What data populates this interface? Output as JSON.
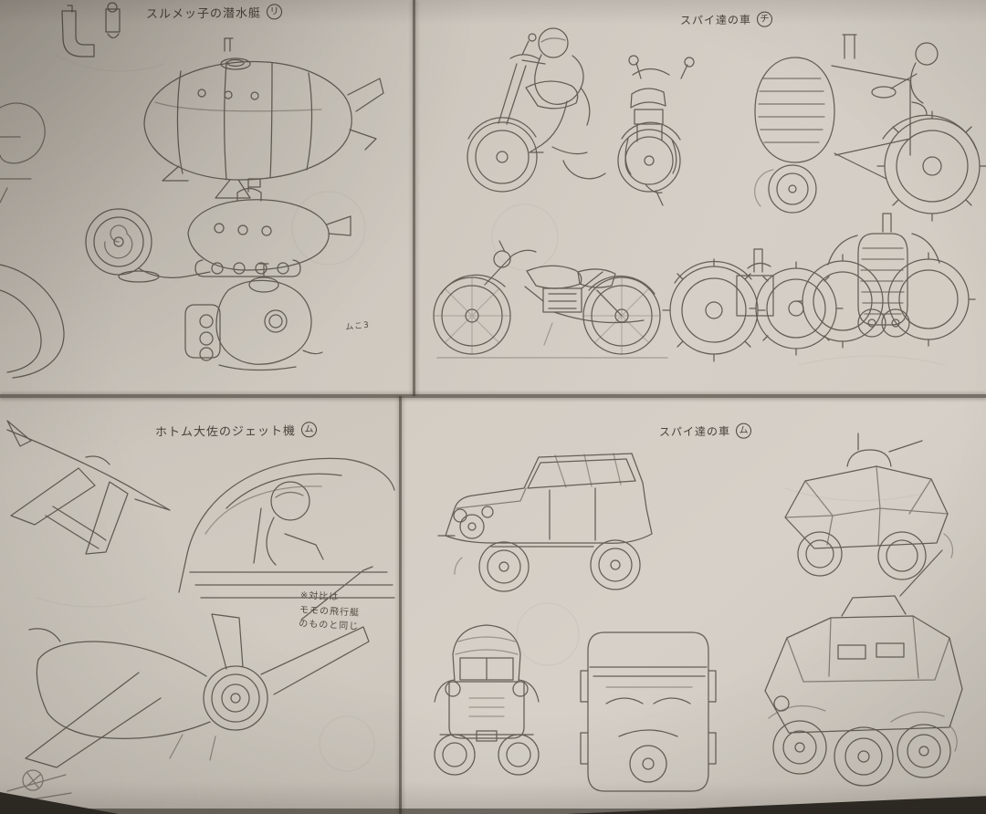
{
  "photo": {
    "colors": {
      "paper": "#cdc7be",
      "ink": "#4b463e",
      "seam": "#4e473f"
    }
  },
  "panels": {
    "top_left": {
      "label": "スルメッ子の潜水艇",
      "mark": "リ",
      "note": "ムこ3",
      "sketches": [
        "pipe-fittings",
        "large-submarine-side",
        "mid-submarine-side",
        "round-submarine-front",
        "spiral-disc",
        "cropped-hull-circle"
      ]
    },
    "top_right": {
      "label": "スパイ達の車",
      "mark": "チ",
      "sketches": [
        "motorcycle-with-rider-front",
        "motorcycle-rear-view",
        "tractor-three-quarter",
        "motorcycle-side-view",
        "tractor-rear-view",
        "tractor-front-view"
      ]
    },
    "bottom_left": {
      "label": "ホトム大佐のジェット機",
      "mark": "ム",
      "note_lines": [
        "※対比は",
        "モモの飛行艇",
        "のものと同じ"
      ],
      "sketches": [
        "jet-front-above",
        "cockpit-pilot-closeup",
        "jet-rear-three-quarter"
      ]
    },
    "bottom_right": {
      "label": "スパイ達の車",
      "mark": "ム",
      "sketches": [
        "kubelwagen-three-quarter",
        "armored-scout-rear",
        "car-front-view",
        "car-top-view",
        "armored-car-front"
      ]
    }
  }
}
